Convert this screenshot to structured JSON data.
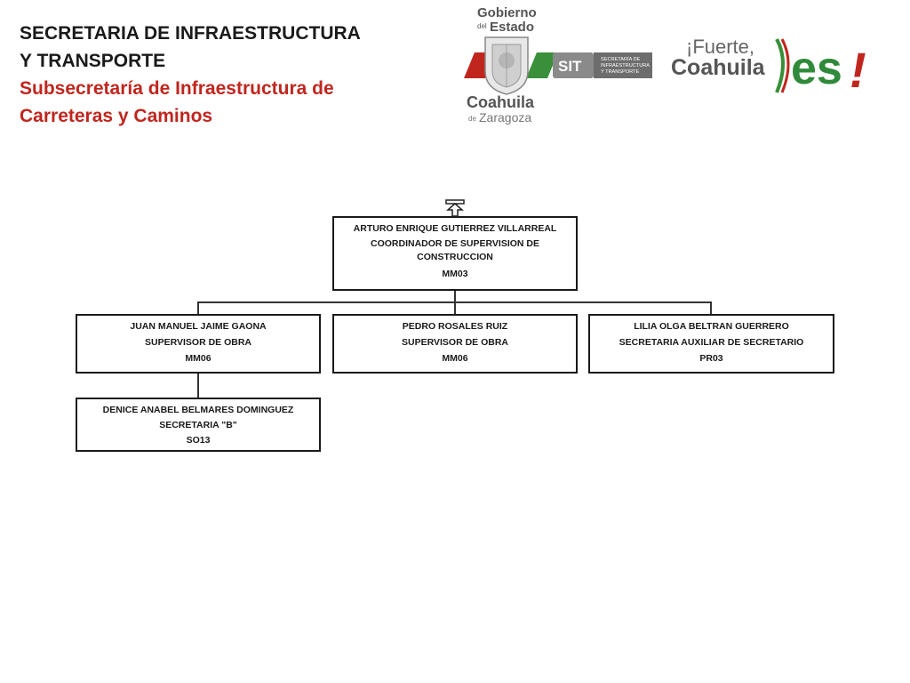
{
  "header": {
    "title_line1": "SECRETARIA DE INFRAESTRUCTURA",
    "title_line2": "Y TRANSPORTE",
    "subtitle_line1": "Subsecretaría de Infraestructura de",
    "subtitle_line2": "Carreteras y Caminos"
  },
  "logos": {
    "gobierno_line1": "Gobierno",
    "gobierno_del": "del",
    "gobierno_line2": "Estado",
    "coahuila": "Coahuila",
    "de": "de",
    "zaragoza": "Zaragoza",
    "sit": "SIT",
    "sit_line1": "SECRETARÍA DE",
    "sit_line2": "INFRAESTRUCTURA",
    "sit_line3": "Y TRANSPORTE",
    "fuerte": "¡Fuerte,",
    "fuerte_coahuila": "Coahuila",
    "es": "es",
    "excl": "!",
    "colors": {
      "green": "#3a8f3a",
      "red": "#c0261e",
      "gray": "#6d6d6d"
    }
  },
  "orgchart": {
    "root": {
      "name": "ARTURO ENRIQUE GUTIERREZ VILLARREAL",
      "position_line1": "COORDINADOR DE SUPERVISION DE",
      "position_line2": "CONSTRUCCION",
      "code": "MM03"
    },
    "children": [
      {
        "name": "JUAN MANUEL JAIME GAONA",
        "position": "SUPERVISOR DE OBRA",
        "code": "MM06"
      },
      {
        "name": "PEDRO ROSALES RUIZ",
        "position": "SUPERVISOR DE OBRA",
        "code": "MM06"
      },
      {
        "name": "LILIA OLGA BELTRAN GUERRERO",
        "position": "SECRETARIA AUXILIAR DE SECRETARIO",
        "code": "PR03"
      }
    ],
    "grandchild": {
      "name": "DENICE ANABEL BELMARES DOMINGUEZ",
      "position": "SECRETARIA \"B\"",
      "code": "SO13"
    }
  }
}
